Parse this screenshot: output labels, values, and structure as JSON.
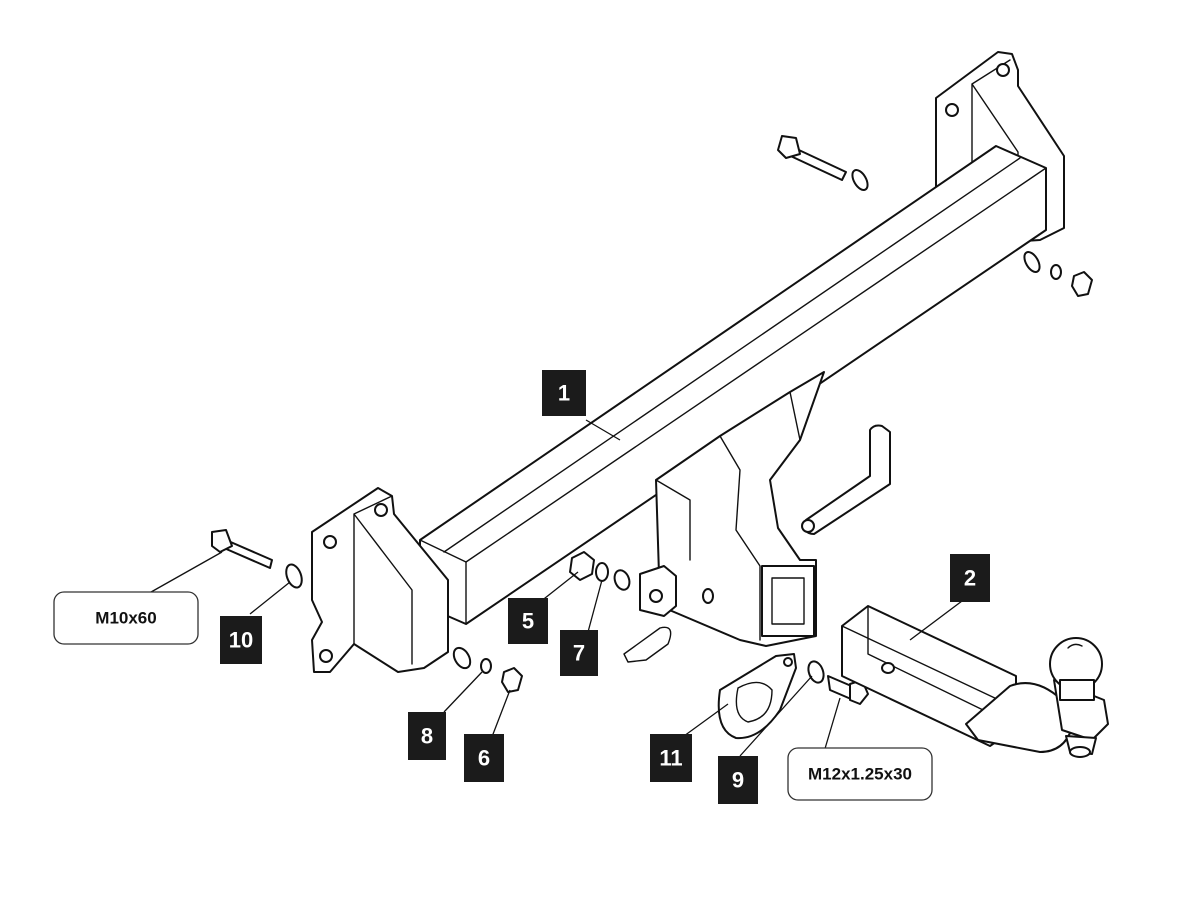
{
  "callouts": {
    "part_1": "1",
    "part_2": "2",
    "part_5": "5",
    "part_6": "6",
    "part_7": "7",
    "part_8": "8",
    "part_9": "9",
    "part_10": "10",
    "part_11": "11"
  },
  "bolt_specs": {
    "side_bolt": "M10x60",
    "ball_bolt": "M12x1.25x30"
  },
  "colors": {
    "line": "#111111",
    "badge": "#1b1b1b",
    "badge_text": "#ffffff",
    "background": "#ffffff"
  }
}
